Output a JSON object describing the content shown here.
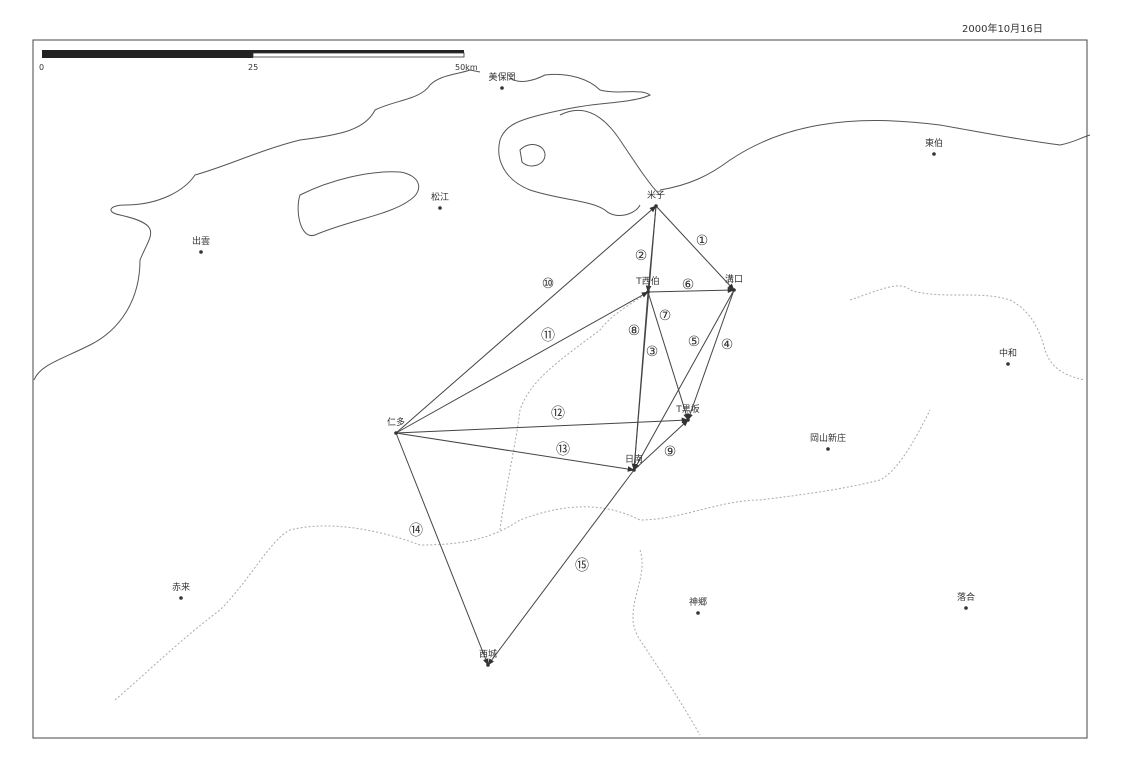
{
  "date": "2000年10月16日",
  "scale_bar": {
    "ticks": [
      "0",
      "25",
      "50km"
    ]
  },
  "colors": {
    "line": "#444444",
    "coast": "#555555",
    "boundary": "#aaaaaa"
  },
  "places": [
    {
      "id": "mihonoseki",
      "name": "美保関",
      "type": "town"
    },
    {
      "id": "matsue",
      "name": "松江",
      "type": "town"
    },
    {
      "id": "izumo",
      "name": "出雲",
      "type": "town"
    },
    {
      "id": "yonago",
      "name": "米子",
      "type": "node"
    },
    {
      "id": "touhaku",
      "name": "東伯",
      "type": "town"
    },
    {
      "id": "tsaihaku",
      "name": "T西伯",
      "type": "node"
    },
    {
      "id": "mizokuchi",
      "name": "溝口",
      "type": "node"
    },
    {
      "id": "chuwa",
      "name": "中和",
      "type": "town"
    },
    {
      "id": "nita",
      "name": "仁多",
      "type": "node"
    },
    {
      "id": "tkurosaka",
      "name": "T黒坂",
      "type": "node"
    },
    {
      "id": "nichinan",
      "name": "日南",
      "type": "node"
    },
    {
      "id": "okayamashinjo",
      "name": "岡山新庄",
      "type": "town"
    },
    {
      "id": "akagi",
      "name": "赤来",
      "type": "town"
    },
    {
      "id": "jinseki",
      "name": "神郷",
      "type": "town"
    },
    {
      "id": "ochiai",
      "name": "落合",
      "type": "town"
    },
    {
      "id": "saijo",
      "name": "西城",
      "type": "node"
    }
  ],
  "routes": [
    {
      "no": "①",
      "from": "yonago",
      "to": "mizokuchi"
    },
    {
      "no": "②",
      "from": "yonago",
      "to": "tsaihaku"
    },
    {
      "no": "③",
      "from": "tsaihaku",
      "to": "nichinan"
    },
    {
      "no": "④",
      "from": "mizokuchi",
      "to": "tkurosaka"
    },
    {
      "no": "⑤",
      "from": "mizokuchi",
      "to": "nichinan"
    },
    {
      "no": "⑥",
      "from": "tsaihaku",
      "to": "mizokuchi"
    },
    {
      "no": "⑦",
      "from": "tsaihaku",
      "to": "tkurosaka"
    },
    {
      "no": "⑧",
      "from": "yonago",
      "to": "nichinan"
    },
    {
      "no": "⑨",
      "from": "nichinan",
      "to": "tkurosaka"
    },
    {
      "no": "⑩",
      "from": "nita",
      "to": "yonago"
    },
    {
      "no": "⑪",
      "from": "nita",
      "to": "tsaihaku"
    },
    {
      "no": "⑫",
      "from": "nita",
      "to": "tkurosaka"
    },
    {
      "no": "⑬",
      "from": "nita",
      "to": "nichinan"
    },
    {
      "no": "⑭",
      "from": "nita",
      "to": "saijo"
    },
    {
      "no": "⑮",
      "from": "nichinan",
      "to": "saijo"
    }
  ]
}
